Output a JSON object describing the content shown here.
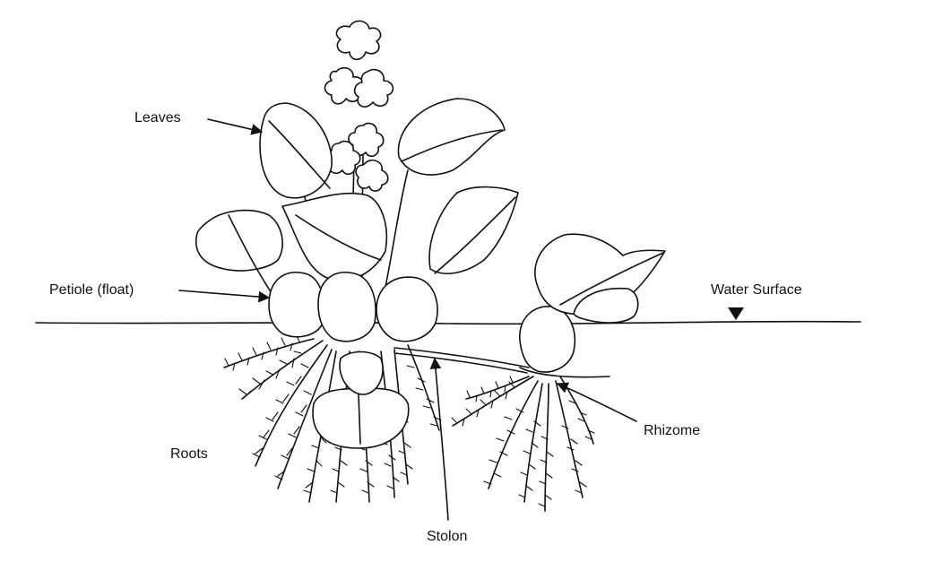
{
  "labels": {
    "leaves": "Leaves",
    "petiole": "Petiole (float)",
    "water_surface": "Water Surface",
    "roots": "Roots",
    "stolon": "Stolon",
    "rhizome": "Rhizome"
  }
}
